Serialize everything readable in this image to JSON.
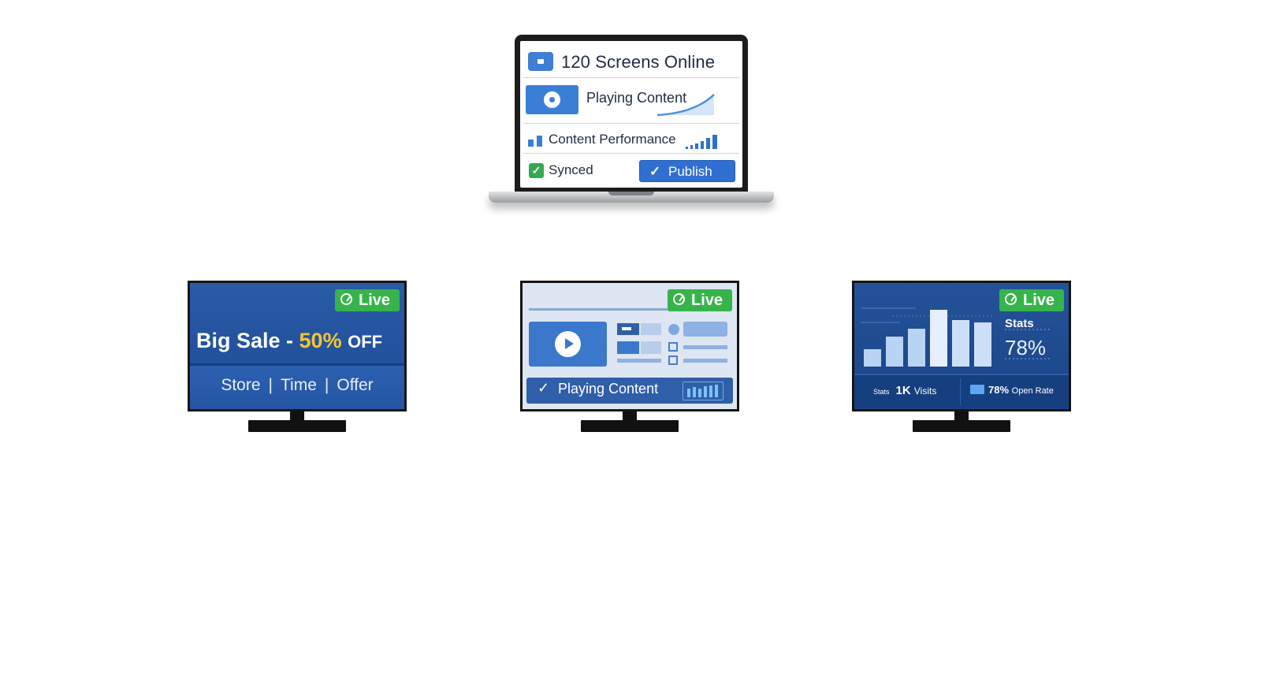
{
  "laptop": {
    "title": "120 Screens Online",
    "playing_label": "Playing Content",
    "performance_label": "Content Performance",
    "synced_label": "Synced",
    "publish_label": "Publish"
  },
  "tvs": [
    {
      "badge": "Live",
      "headline_prefix": "Big Sale - ",
      "headline_highlight": "50%",
      "headline_suffix": "OFF",
      "links": [
        "Store",
        "Time",
        "Offer"
      ],
      "separator": "|"
    },
    {
      "badge": "Live",
      "status_label": "Playing Content"
    },
    {
      "badge": "Live",
      "stats_label": "Stats",
      "stats_value": "78%",
      "footer_small": "Stats",
      "visits_value": "1K",
      "visits_unit": "Visits",
      "open_rate_value": "78%",
      "open_rate_unit": "Open Rate"
    }
  ],
  "colors": {
    "accent_blue": "#2f6fd1",
    "live_green": "#36b44a",
    "sale_yellow": "#f6c531"
  },
  "icons": [
    "screen-icon",
    "play-icon",
    "trend-icon",
    "bar-chart-icon",
    "signal-bars-icon",
    "check-icon",
    "clock-icon",
    "mail-icon"
  ]
}
